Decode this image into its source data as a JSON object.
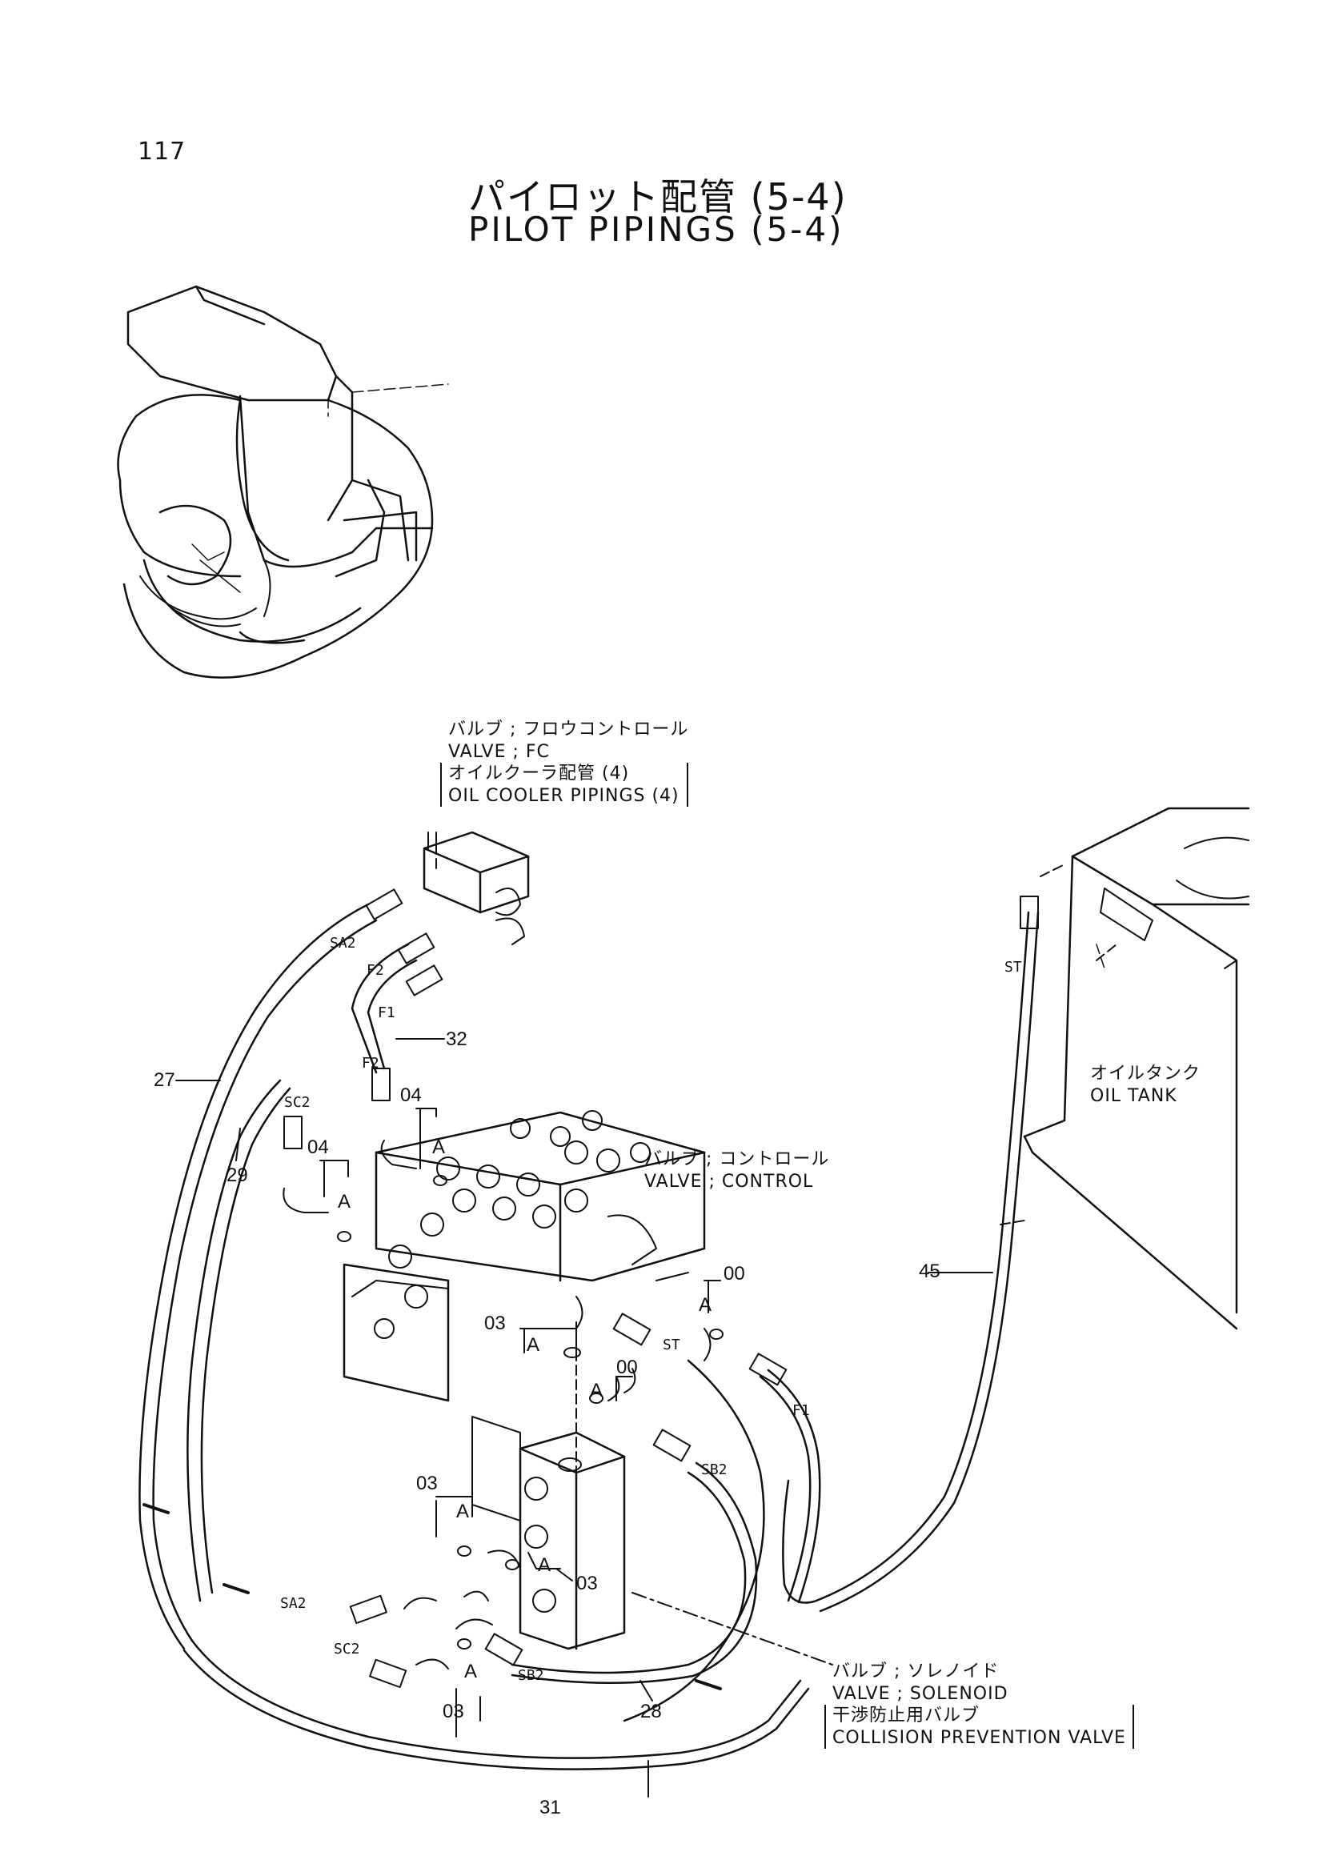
{
  "page": {
    "number": "117",
    "title_jp": "パイロット配管 (5-4)",
    "title_en": "PILOT PIPINGS (5-4)"
  },
  "callouts": {
    "fc_valve": {
      "jp": "バルブ ; フロウコントロール",
      "en": "VALVE ; FC",
      "ref_jp": "オイルクーラ配管 (4)",
      "ref_en": "OIL COOLER PIPINGS (4)"
    },
    "oil_tank": {
      "jp": "オイルタンク",
      "en": "OIL TANK"
    },
    "control_valve": {
      "jp": "バルブ ; コントロール",
      "en": "VALVE ; CONTROL"
    },
    "solenoid_valve": {
      "jp": "バルブ ; ソレノイド",
      "en": "VALVE ; SOLENOID",
      "ref_jp": "干渉防止用バルブ",
      "ref_en": "COLLISION PREVENTION VALVE"
    }
  },
  "part_numbers": {
    "p27": "27",
    "p29": "29",
    "p32": "32",
    "p45": "45",
    "p28": "28",
    "p31": "31",
    "p04a": "04",
    "p04b": "04",
    "p03a": "03",
    "p03b": "03",
    "p03c": "03",
    "p03d": "03",
    "p00a": "00",
    "p00b": "00"
  },
  "port_tags": {
    "sa2_top": "SA2",
    "f2_top": "F2",
    "f1_top": "F1",
    "f2_mid": "F2",
    "sc2_top": "SC2",
    "st_tank": "ST",
    "st_valve": "ST",
    "f1_valve": "F1",
    "sb2_valve": "SB2",
    "sa2_low": "SA2",
    "sc2_low": "SC2",
    "sb2_low": "SB2",
    "a1": "A",
    "a2": "A",
    "a3": "A",
    "a4": "A",
    "a5": "A",
    "a6": "A",
    "a7": "A",
    "a8": "A"
  }
}
